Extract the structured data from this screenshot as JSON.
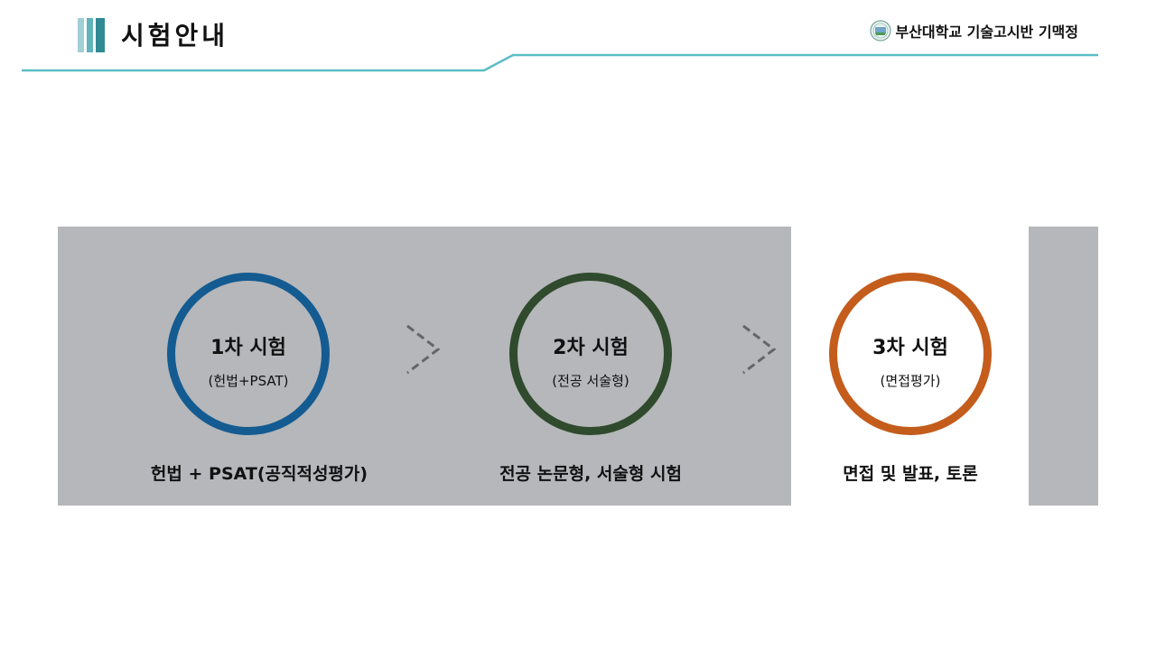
{
  "header": {
    "title": "시험안내",
    "school": "부산대학교 기술고시반 기맥정",
    "accent_color": "#5bbdc4"
  },
  "stages": [
    {
      "title": "1차 시험",
      "subtitle": "(헌법+PSAT)",
      "description": "헌법 + PSAT(공직적성평가)",
      "color": "#145b91"
    },
    {
      "title": "2차 시험",
      "subtitle": "(전공 서술형)",
      "description": "전공 논문형, 서술형 시험",
      "color": "#2f4a2c"
    },
    {
      "title": "3차 시험",
      "subtitle": "(면접평가)",
      "description": "면접 및 발표, 토론",
      "color": "#c45c1c"
    }
  ],
  "icons": {
    "separator": "chevron-right-icon",
    "emblem": "university-emblem-icon"
  }
}
